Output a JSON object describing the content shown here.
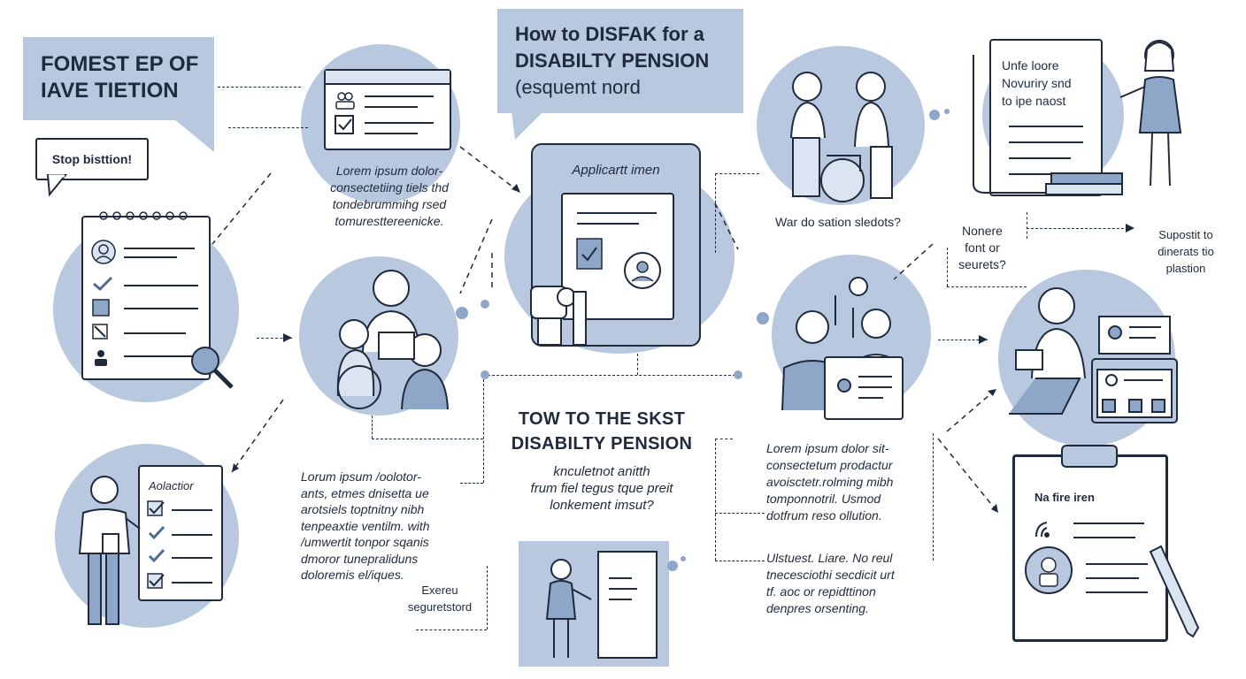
{
  "title_box": {
    "line1": "FOMEST EP OF",
    "line2": "IAVE TIETION"
  },
  "speech_bubble": "Stop bisttion!",
  "header_box": {
    "line1": "How to DISFAK for a",
    "line2": "DISABILTY PENSION",
    "line3": "(esquemt nord"
  },
  "desc_top_left": "Lorem ipsum dolor-\nconsectetiing tiels thd\ntondebrummihg rsed\ntomuresttereenicke.",
  "application_panel": {
    "title": "Applicartt imen"
  },
  "caption_people": "War do sation sledots?",
  "document_text": {
    "line1": "Unfe loore",
    "line2": "Novuriry snd",
    "line3": "to ipe naost"
  },
  "side_note_left": "Nonere\nfont or\nseurets?",
  "side_note_right": "Supostit to\ndinerats tio\nplastion",
  "mid_title": "TOW TO THE SKST\nDISABILTY PENSION",
  "mid_desc": "knculetnot anitth\nfrum fiel tegus tque preit\nlonkement imsut?",
  "desc_bottom_left": "Lorum ipsum /oolotor-\nants, etmes dnisetta ue\narotsiels toptnitny nibh\ntenpeaxtie ventilm. with\n/umwertit tonpor sqanis\ndmoror tunepraliduns\ndoloremis el/iques.",
  "checklist_card": {
    "title": "Aolactior"
  },
  "exeru_label": "Exereu\nseguretstord",
  "desc_right_middle": "Lorem ipsum dolor sit-\nconsectetum prodactur\navoisctetr.rolming mibh\ntomponnotril. Usmod\ndotfrum reso ollution.",
  "desc_right_bottom": "Ulstuest. Liare. No reul\ntnecesciothi secdicit urt\ntf. aoc or repidttinon\ndenpres orsenting.",
  "clipboard_card": {
    "title": "Na fire iren"
  },
  "colors": {
    "accent": "#b7c8df",
    "accent_dark": "#8ea6c8",
    "ink": "#1f2a3c"
  }
}
